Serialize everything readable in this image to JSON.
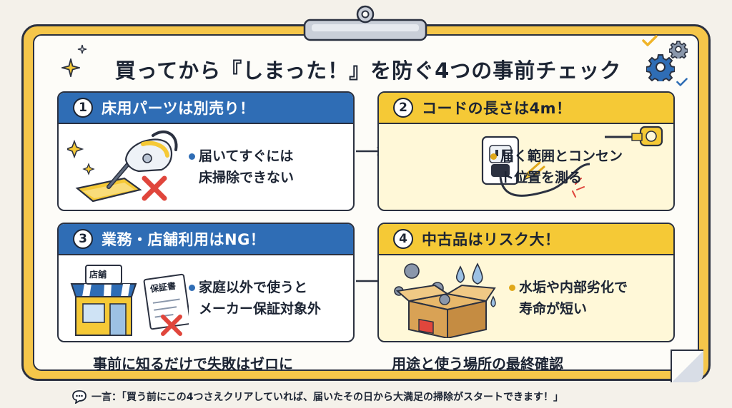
{
  "title": "買ってから『しまった！』を防ぐ4つの事前チェック",
  "cards": [
    {
      "number": "1",
      "heading": "床用パーツは別売り！",
      "lines": [
        "届いてすぐには",
        "床掃除できない"
      ]
    },
    {
      "number": "2",
      "heading": "コードの長さは4m！",
      "lines": [
        "届く範囲とコンセン",
        "ト位置を測る"
      ]
    },
    {
      "number": "3",
      "heading": "業務・店舗利用はNG！",
      "lines": [
        "家庭以外で使うと",
        "メーカー保証対象外"
      ],
      "store_sign": "店舗",
      "warranty_label": "保証書"
    },
    {
      "number": "4",
      "heading": "中古品はリスク大！",
      "lines": [
        "水垢や内部劣化で",
        "寿命が短い"
      ]
    }
  ],
  "footer": {
    "left": "事前に知るだけで失敗はゼロに",
    "right": "用途と使う場所の最終確認"
  },
  "one_word": "一言：「買う前にこの4つさえクリアしていれば、届いたその日から大満足の掃除がスタートできます！」",
  "colors": {
    "blue": "#2f6db5",
    "yellow": "#f5c936",
    "board": "#f5c64a",
    "red_x": "#e0463c"
  }
}
